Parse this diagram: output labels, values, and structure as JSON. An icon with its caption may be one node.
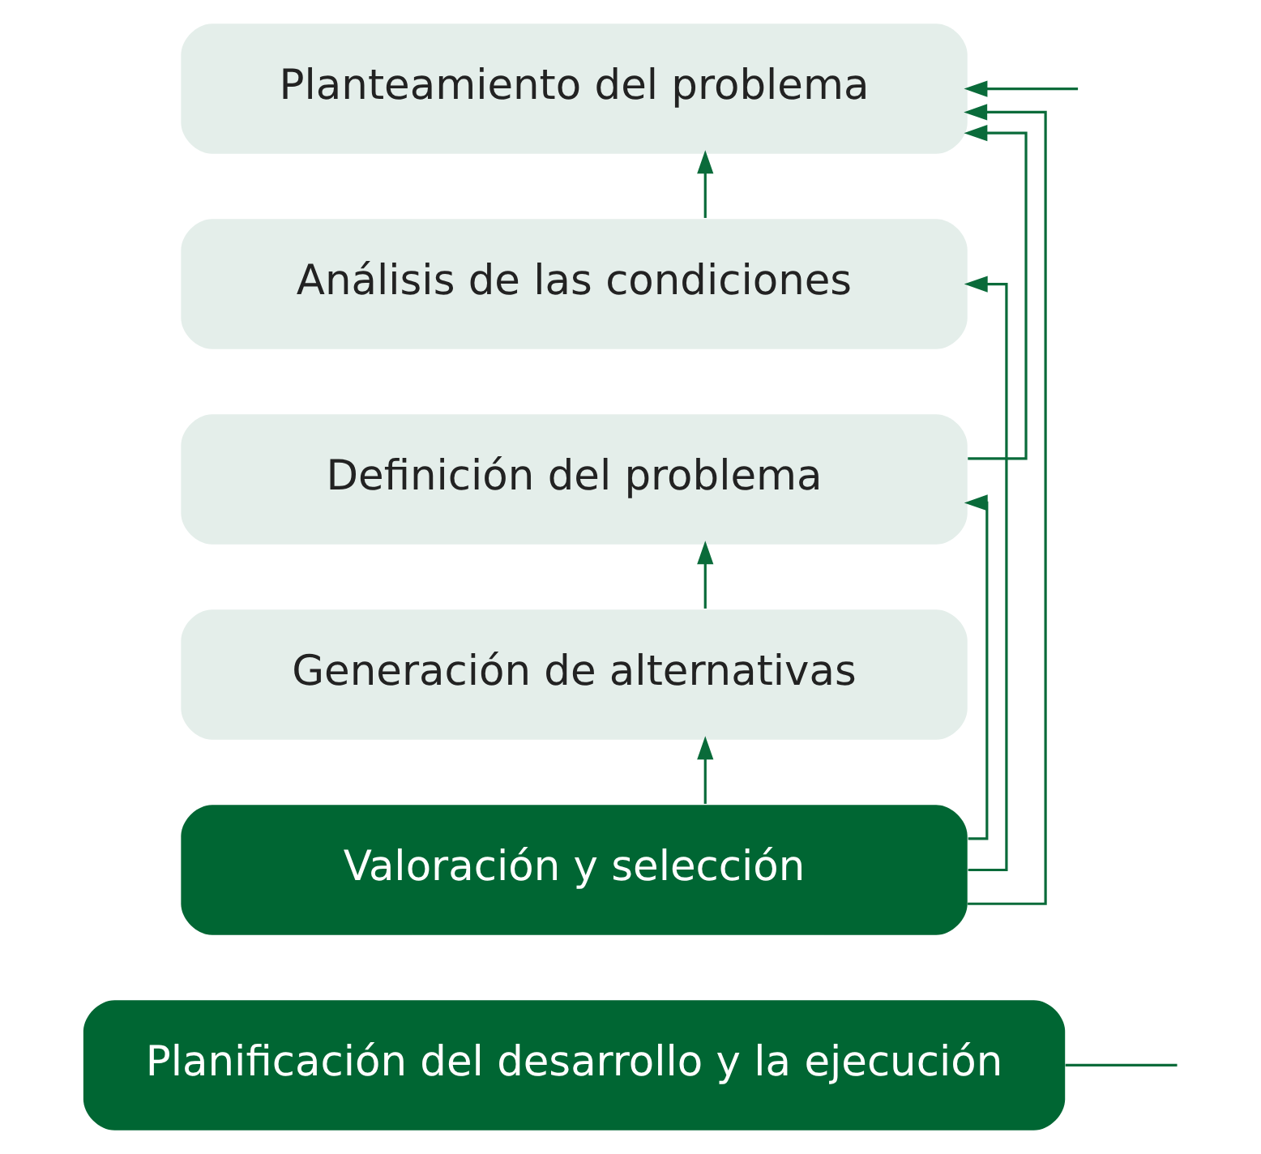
{
  "diagram": {
    "nodes": [
      {
        "text": [
          "Planteamiento del problema"
        ]
      },
      {
        "text": [
          "Análisis de las condiciones"
        ]
      },
      {
        "text": [
          "Definición del problema"
        ]
      },
      {
        "text": [
          "Generación de alternativas"
        ]
      },
      {
        "text": [
          "Valoración y selección"
        ]
      },
      {
        "text": [
          "Planificación del desarrollo y la ejecución"
        ]
      }
    ],
    "edges": [
      {
        "from": 4,
        "to": 0,
        "arrow": "to"
      },
      {
        "from": 1,
        "to": 0,
        "arrow": "to"
      },
      {
        "from": 2,
        "to": 0,
        "arrow": "to"
      },
      {
        "from": 4,
        "to": 3,
        "arrow": "to"
      },
      {
        "from": 3,
        "to": 2,
        "arrow": "to"
      },
      {
        "from": 4,
        "to": 2,
        "arrow": "to"
      },
      {
        "from": 4,
        "to": 1,
        "arrow": "to"
      },
      {
        "from": null,
        "to": 0,
        "arrow": "to"
      },
      {
        "from": 5,
        "to": null,
        "arrow": "none"
      }
    ]
  }
}
